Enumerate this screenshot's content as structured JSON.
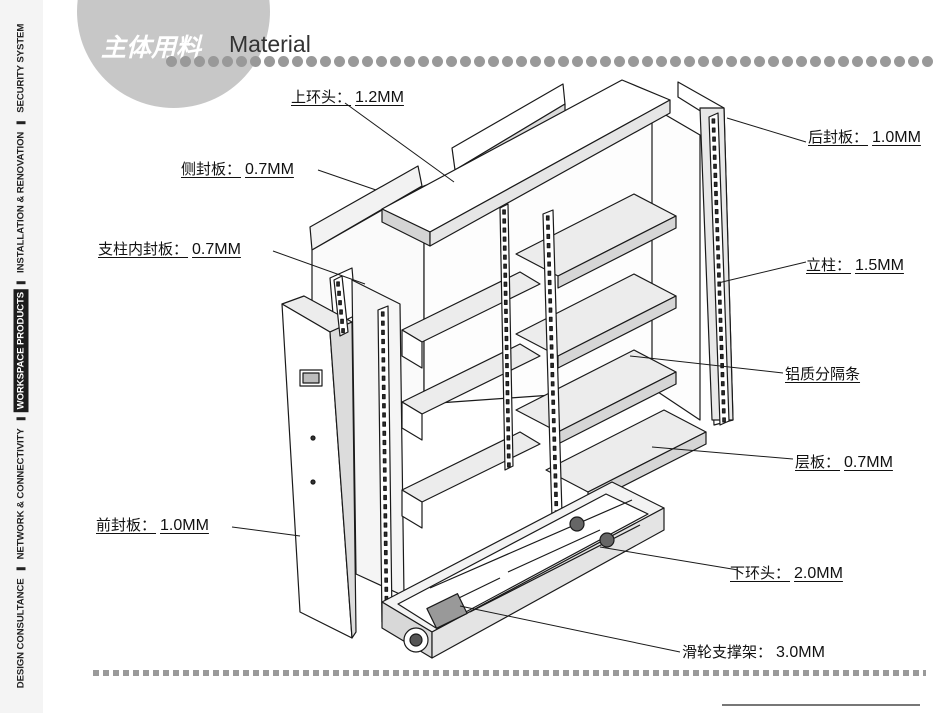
{
  "header": {
    "title_cn": "主体用料",
    "title_en": "Material"
  },
  "side_nav": {
    "items": [
      {
        "label": "DESIGN CONSULTANCE",
        "active": false
      },
      {
        "label": "NETWORK & CONNECTIVITY",
        "active": false
      },
      {
        "label": "WORKSPACE PRODUCTS",
        "active": true
      },
      {
        "label": "INSTALLATION & RENOVATION",
        "active": false
      },
      {
        "label": "SECURITY SYSTEM",
        "active": false
      }
    ]
  },
  "labels": {
    "top_ring": {
      "name": "上环头：",
      "value": "1.2MM"
    },
    "side_panel": {
      "name": "侧封板：",
      "value": "0.7MM"
    },
    "column_inner": {
      "name": "支柱内封板：",
      "value": "0.7MM"
    },
    "front_panel": {
      "name": "前封板：",
      "value": "1.0MM"
    },
    "back_panel": {
      "name": "后封板：",
      "value": "1.0MM"
    },
    "upright": {
      "name": "立柱：",
      "value": "1.5MM"
    },
    "divider": {
      "name": "铝质分隔条",
      "value": ""
    },
    "shelf_board": {
      "name": "层板：",
      "value": "0.7MM"
    },
    "bottom_ring": {
      "name": "下环头：",
      "value": "2.0MM"
    },
    "pulley_frame": {
      "name": "滑轮支撑架：",
      "value": "3.0MM"
    }
  },
  "colors": {
    "title_circle": "#c7c7c7",
    "dots": "#999999",
    "line": "#1a1a1a",
    "panel_fill": "#ffffff",
    "shelf_fill": "#ececec",
    "active_nav": "#1d1d1d"
  }
}
